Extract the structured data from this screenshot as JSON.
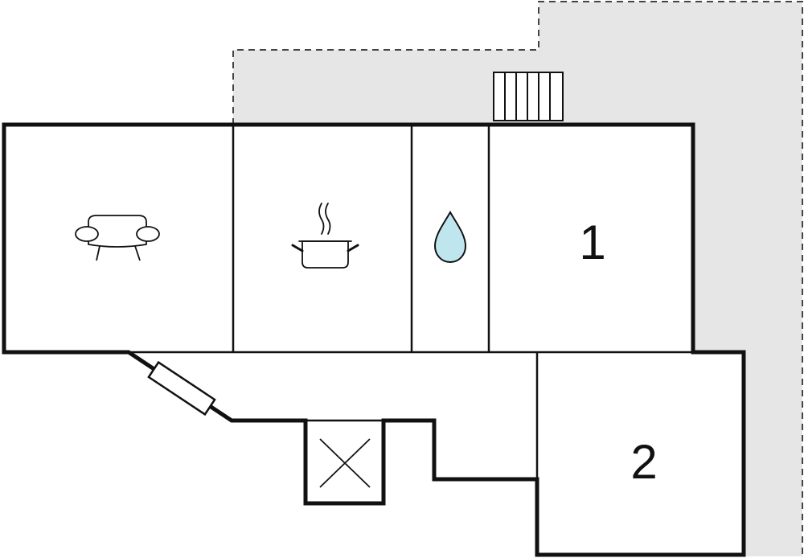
{
  "floorplan": {
    "rooms": [
      {
        "id": "living-room",
        "icon": "sofa-icon",
        "label": ""
      },
      {
        "id": "kitchen",
        "icon": "cooking-pot-icon",
        "label": ""
      },
      {
        "id": "bathroom",
        "icon": "water-drop-icon",
        "label": ""
      },
      {
        "id": "bedroom-1",
        "icon": "",
        "label": "1"
      },
      {
        "id": "bedroom-2",
        "icon": "",
        "label": "2"
      },
      {
        "id": "hallway",
        "icon": "",
        "label": ""
      },
      {
        "id": "utility-closet",
        "icon": "cross-box-icon",
        "label": ""
      }
    ],
    "features": [
      "terrace-area",
      "stairs-icon",
      "window-icon"
    ],
    "colors": {
      "wall": "#111111",
      "terrace": "#e6e6e6",
      "water": "#bfe6ef",
      "dashed_border": "#444444"
    }
  }
}
